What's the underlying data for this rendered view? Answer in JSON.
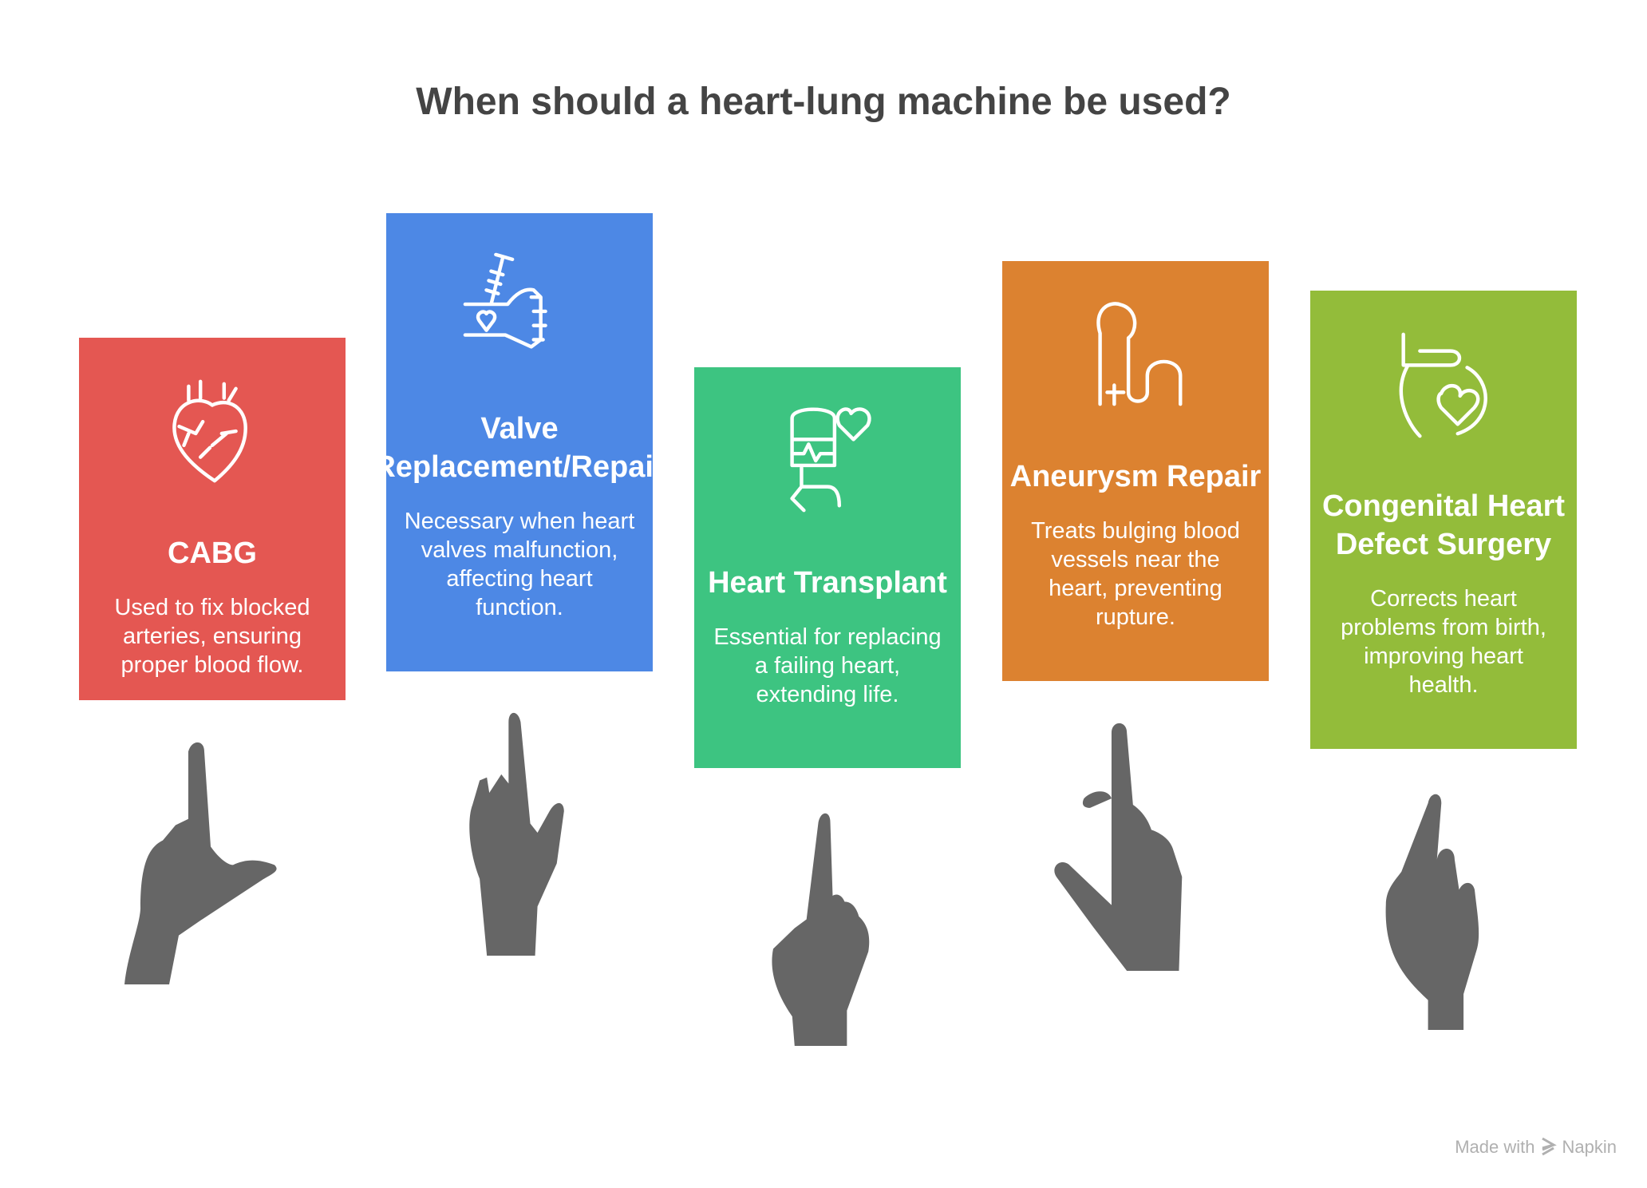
{
  "title": "When should a heart-lung machine be used?",
  "cards": [
    {
      "title": "CABG",
      "body": "Used to fix blocked arteries, ensuring proper blood flow.",
      "color": "#E45752",
      "icon": "anatomical-heart-icon"
    },
    {
      "title": "Valve Replacement/Repair",
      "body": "Necessary when heart valves malfunction, affecting heart function.",
      "color": "#4D88E5",
      "icon": "hand-syringe-heart-icon"
    },
    {
      "title": "Heart Transplant",
      "body": "Essential for replacing a failing heart, extending life.",
      "color": "#3DC481",
      "icon": "hand-heart-monitor-icon"
    },
    {
      "title": "Aneurysm Repair",
      "body": "Treats bulging blood vessels near the heart, preventing rupture.",
      "color": "#DC8230",
      "icon": "blood-vessel-icon"
    },
    {
      "title": "Congenital Heart Defect Surgery",
      "body": "Corrects heart problems from birth, improving heart health.",
      "color": "#93BC3A",
      "icon": "baby-heart-icon"
    }
  ],
  "footer": {
    "made_with": "Made with",
    "brand": "Napkin"
  }
}
